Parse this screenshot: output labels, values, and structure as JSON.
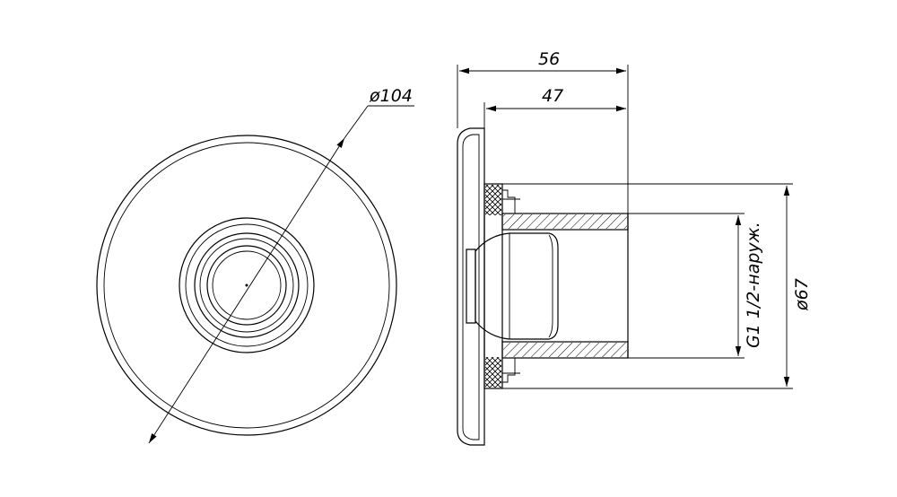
{
  "dimensions": {
    "front_diameter": "ø104",
    "overall_length": "56",
    "body_length": "47",
    "flange_diameter": "ø67",
    "thread": "G1 1/2-наруж."
  },
  "colors": {
    "line": "#000000",
    "background": "#ffffff"
  }
}
